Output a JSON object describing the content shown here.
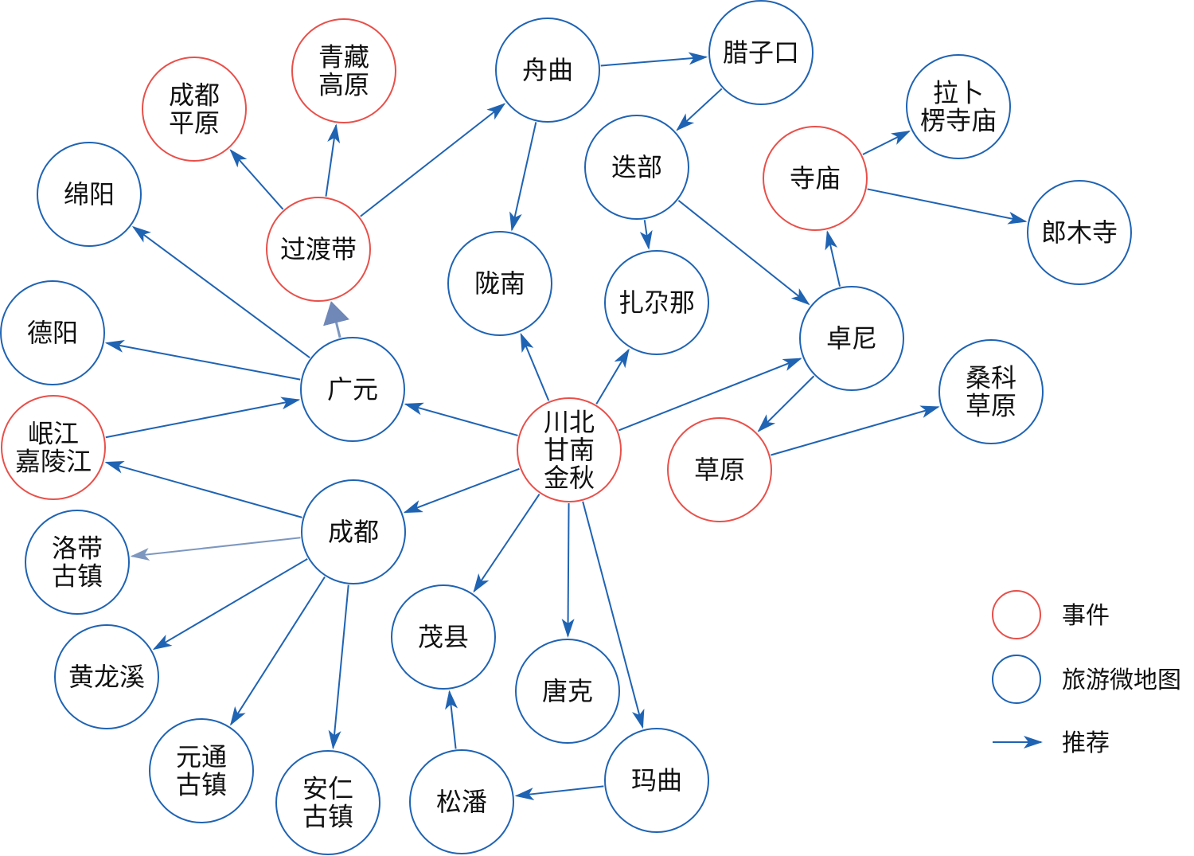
{
  "colors": {
    "event": "#e8504a",
    "map": "#1f63b3",
    "arrow": "#1f63b3",
    "arrow_light": "#7d97bf"
  },
  "nodes": [
    {
      "id": "chuanbei",
      "type": "event",
      "lines": [
        "川北",
        "甘南",
        "金秋"
      ]
    },
    {
      "id": "guoduodai",
      "type": "event",
      "lines": [
        "过渡带"
      ]
    },
    {
      "id": "chengdu-pingyuan",
      "type": "event",
      "lines": [
        "成都",
        "平原"
      ]
    },
    {
      "id": "qingzang",
      "type": "event",
      "lines": [
        "青藏",
        "高原"
      ]
    },
    {
      "id": "minjiang",
      "type": "event",
      "lines": [
        "岷江",
        "嘉陵江"
      ]
    },
    {
      "id": "simiao",
      "type": "event",
      "lines": [
        "寺庙"
      ]
    },
    {
      "id": "caoyuan",
      "type": "event",
      "lines": [
        "草原"
      ]
    },
    {
      "id": "mianyang",
      "type": "map",
      "lines": [
        "绵阳"
      ]
    },
    {
      "id": "deyang",
      "type": "map",
      "lines": [
        "德阳"
      ]
    },
    {
      "id": "guangyuan",
      "type": "map",
      "lines": [
        "广元"
      ]
    },
    {
      "id": "zhouqu",
      "type": "map",
      "lines": [
        "舟曲"
      ]
    },
    {
      "id": "lazikou",
      "type": "map",
      "lines": [
        "腊子口"
      ]
    },
    {
      "id": "diebu",
      "type": "map",
      "lines": [
        "迭部"
      ]
    },
    {
      "id": "longnan",
      "type": "map",
      "lines": [
        "陇南"
      ]
    },
    {
      "id": "zhagana",
      "type": "map",
      "lines": [
        "扎尕那"
      ]
    },
    {
      "id": "zhuoni",
      "type": "map",
      "lines": [
        "卓尼"
      ]
    },
    {
      "id": "labuleng",
      "type": "map",
      "lines": [
        "拉卜",
        "楞寺庙"
      ]
    },
    {
      "id": "langmusi",
      "type": "map",
      "lines": [
        "郎木寺"
      ]
    },
    {
      "id": "sangke",
      "type": "map",
      "lines": [
        "桑科",
        "草原"
      ]
    },
    {
      "id": "chengdu",
      "type": "map",
      "lines": [
        "成都"
      ]
    },
    {
      "id": "luodai",
      "type": "map",
      "lines": [
        "洛带",
        "古镇"
      ]
    },
    {
      "id": "huanglongxi",
      "type": "map",
      "lines": [
        "黄龙溪"
      ]
    },
    {
      "id": "yuantong",
      "type": "map",
      "lines": [
        "元通",
        "古镇"
      ]
    },
    {
      "id": "anren",
      "type": "map",
      "lines": [
        "安仁",
        "古镇"
      ]
    },
    {
      "id": "maoxian",
      "type": "map",
      "lines": [
        "茂县"
      ]
    },
    {
      "id": "tangke",
      "type": "map",
      "lines": [
        "唐克"
      ]
    },
    {
      "id": "songpan",
      "type": "map",
      "lines": [
        "松潘"
      ]
    },
    {
      "id": "maqu",
      "type": "map",
      "lines": [
        "玛曲"
      ]
    }
  ],
  "edges": [
    {
      "from": "guoduodai",
      "to": "chengdu-pingyuan"
    },
    {
      "from": "guoduodai",
      "to": "qingzang"
    },
    {
      "from": "guoduodai",
      "to": "zhouqu"
    },
    {
      "from": "guangyuan",
      "to": "guoduodai",
      "style": "thick"
    },
    {
      "from": "guangyuan",
      "to": "mianyang"
    },
    {
      "from": "guangyuan",
      "to": "deyang"
    },
    {
      "from": "minjiang",
      "to": "guangyuan"
    },
    {
      "from": "chuanbei",
      "to": "guangyuan"
    },
    {
      "from": "chuanbei",
      "to": "longnan"
    },
    {
      "from": "chuanbei",
      "to": "zhagana"
    },
    {
      "from": "chuanbei",
      "to": "zhuoni"
    },
    {
      "from": "chuanbei",
      "to": "chengdu"
    },
    {
      "from": "chuanbei",
      "to": "maoxian"
    },
    {
      "from": "chuanbei",
      "to": "tangke"
    },
    {
      "from": "chuanbei",
      "to": "maqu"
    },
    {
      "from": "zhouqu",
      "to": "lazikou"
    },
    {
      "from": "zhouqu",
      "to": "longnan"
    },
    {
      "from": "lazikou",
      "to": "diebu"
    },
    {
      "from": "diebu",
      "to": "zhagana"
    },
    {
      "from": "diebu",
      "to": "zhuoni"
    },
    {
      "from": "zhuoni",
      "to": "simiao"
    },
    {
      "from": "zhuoni",
      "to": "caoyuan"
    },
    {
      "from": "simiao",
      "to": "labuleng"
    },
    {
      "from": "simiao",
      "to": "langmusi"
    },
    {
      "from": "caoyuan",
      "to": "sangke"
    },
    {
      "from": "chengdu",
      "to": "minjiang"
    },
    {
      "from": "chengdu",
      "to": "luodai",
      "style": "light"
    },
    {
      "from": "chengdu",
      "to": "huanglongxi"
    },
    {
      "from": "chengdu",
      "to": "yuantong"
    },
    {
      "from": "chengdu",
      "to": "anren"
    },
    {
      "from": "songpan",
      "to": "maoxian"
    },
    {
      "from": "maqu",
      "to": "songpan"
    }
  ],
  "legend": {
    "event_label": "事件",
    "map_label": "旅游微地图",
    "arrow_label": "推荐"
  }
}
